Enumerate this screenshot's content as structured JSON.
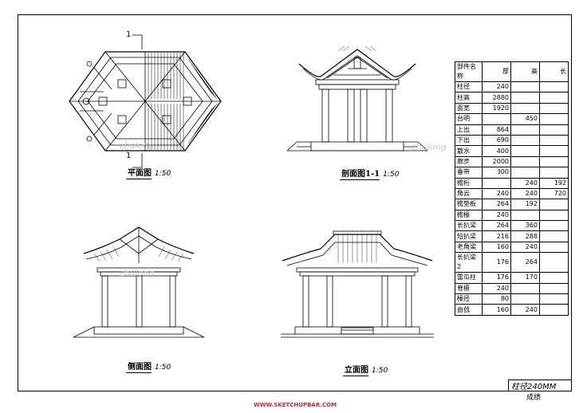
{
  "labels": {
    "plan": {
      "name": "平面图",
      "scale": "1:50"
    },
    "section": {
      "name": "剖面图1-1",
      "scale": "1:50"
    },
    "side": {
      "name": "侧面图",
      "scale": "1:50"
    },
    "front": {
      "name": "立面图",
      "scale": "1:50"
    }
  },
  "section_marks": {
    "top": "1",
    "bottom": "1"
  },
  "table": {
    "header": [
      "部件名称",
      "厚",
      "高",
      "长"
    ],
    "rows": [
      [
        "柱径",
        "240",
        "",
        ""
      ],
      [
        "柱高",
        "2880",
        "",
        ""
      ],
      [
        "面宽",
        "1920",
        "",
        ""
      ],
      [
        "台明",
        "",
        "450",
        ""
      ],
      [
        "上出",
        "864",
        "",
        ""
      ],
      [
        "下出",
        "690",
        "",
        ""
      ],
      [
        "散水",
        "400",
        "",
        ""
      ],
      [
        "廊步",
        "2000",
        "",
        ""
      ],
      [
        "垂带",
        "300",
        "",
        ""
      ],
      [
        "檐桁",
        "",
        "240",
        "192"
      ],
      [
        "角云",
        "240",
        "240",
        "720"
      ],
      [
        "檐垫板",
        "264",
        "192",
        ""
      ],
      [
        "檐椽",
        "240",
        "",
        ""
      ],
      [
        "长扒梁",
        "264",
        "360",
        ""
      ],
      [
        "短扒梁",
        "216",
        "288",
        ""
      ],
      [
        "老角梁",
        "160",
        "240",
        ""
      ],
      [
        "长扒梁2",
        "176",
        "264",
        ""
      ],
      [
        "雷瓜柱",
        "176",
        "170",
        ""
      ],
      [
        "脊檩",
        "240",
        "",
        ""
      ],
      [
        "椽径",
        "80",
        "",
        ""
      ],
      [
        "由戗",
        "160",
        "240",
        ""
      ]
    ]
  },
  "title_block": {
    "column": "柱径240MM",
    "grade": "成绩"
  },
  "footer": "WWW.SKETCHUPBAR.COM",
  "watermark": "zhulong"
}
